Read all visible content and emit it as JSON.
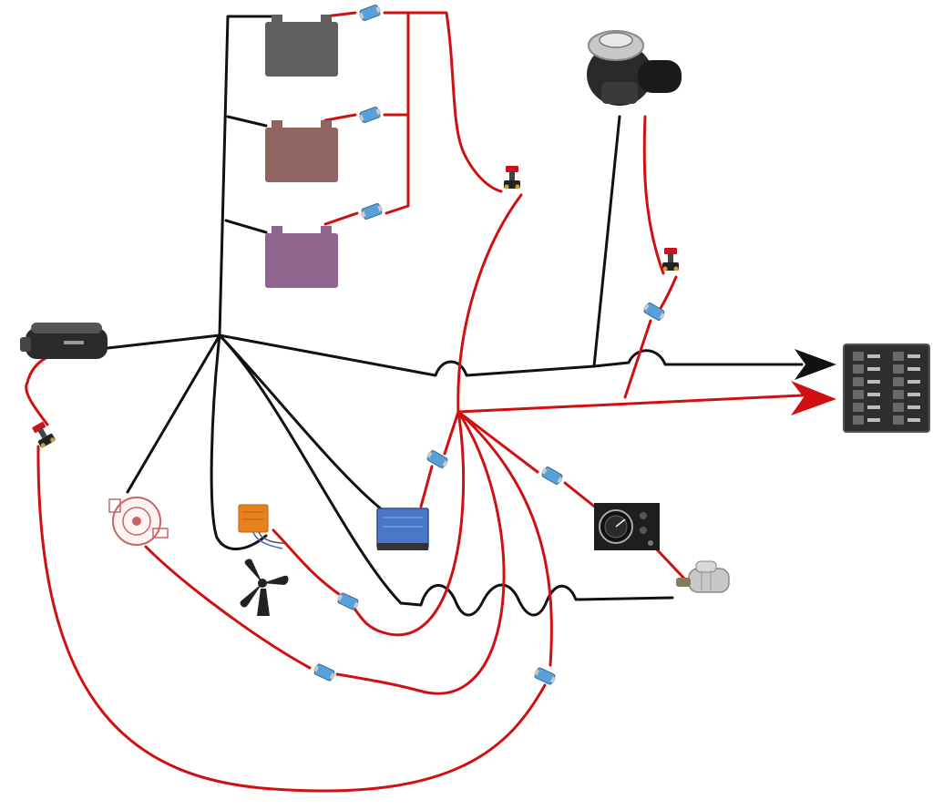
{
  "diagram": {
    "type": "wiring-schematic",
    "wire_colors": {
      "negative": "#111111",
      "positive": "#d01010"
    },
    "battery_colors": [
      "#5f5f5f",
      "#906460",
      "#916490"
    ],
    "fuse_color": "#5aa0d8",
    "switch_color": "#d01020",
    "components": [
      "battery-1",
      "battery-2",
      "battery-3",
      "windlass",
      "heater",
      "alternator",
      "wind-generator",
      "charge-regulator",
      "inverter",
      "engine-panel",
      "starter-motor",
      "switch-panel"
    ],
    "icons": [
      "fuse-icon",
      "battery-switch-icon",
      "arrow-icon"
    ]
  }
}
